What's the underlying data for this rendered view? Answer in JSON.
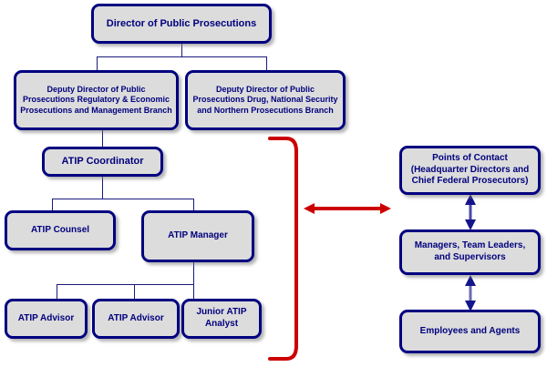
{
  "chart_type": "organizational-chart",
  "colors": {
    "box_fill": "#DCDCDC",
    "box_border": "#000080",
    "text": "#00007E",
    "connector": "#1A1A80",
    "accent_red": "#CC0000"
  },
  "left_hierarchy": {
    "director": {
      "label": "Director of Public Prosecutions"
    },
    "deputies": [
      {
        "label": "Deputy Director of Public Prosecutions Regulatory & Economic Prosecutions and Management Branch"
      },
      {
        "label": "Deputy Director of Public Prosecutions Drug, National Security and Northern Prosecutions Branch"
      }
    ],
    "coordinator": {
      "label": "ATIP Coordinator"
    },
    "mid_level": [
      {
        "label": "ATIP Counsel"
      },
      {
        "label": "ATIP Manager"
      }
    ],
    "staff": [
      {
        "label": "ATIP Advisor"
      },
      {
        "label": "ATIP Advisor"
      },
      {
        "label": "Junior ATIP Analyst"
      }
    ]
  },
  "right_column": {
    "nodes": [
      {
        "label": "Points of Contact (Headquarter Directors and Chief Federal Prosecutors)"
      },
      {
        "label": "Managers, Team Leaders, and Supervisors"
      },
      {
        "label": "Employees and Agents"
      }
    ]
  },
  "connectors": {
    "bracket_name": "red-grouping-bracket",
    "cross_link_name": "red-bidirectional-arrow",
    "vertical_link_1_name": "navy-bidirectional-arrow",
    "vertical_link_2_name": "navy-bidirectional-arrow"
  }
}
